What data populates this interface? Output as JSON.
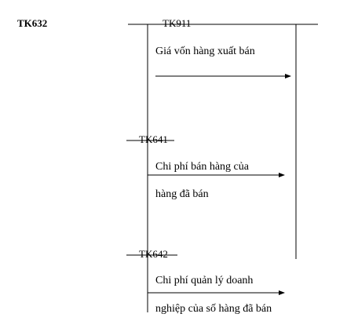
{
  "accounts": {
    "tk632": "TK632",
    "tk911": "TK911",
    "tk641": "TK641",
    "tk642": "TK642"
  },
  "entries": {
    "cogs_line1": "Giá vốn hàng xuất bán",
    "selling_line1": "Chi phí bán hàng của",
    "selling_line2": "hàng đã bán",
    "admin_line1": "Chi phí quản lý doanh",
    "admin_line2": "nghiệp của số hàng đã bán"
  },
  "colors": {
    "line": "#000000",
    "text": "#000000"
  }
}
